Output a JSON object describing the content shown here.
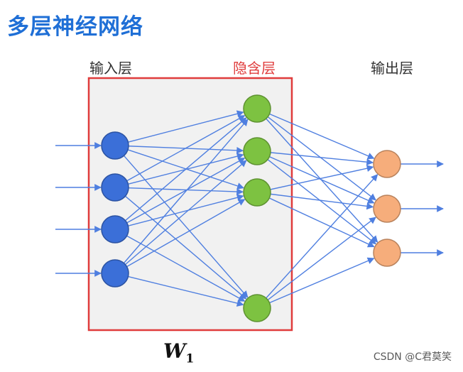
{
  "title": "多层神经网络",
  "layers": {
    "input": {
      "label": "输入层",
      "color": "#3b6fd8",
      "nodes": 4
    },
    "hidden": {
      "label": "隐含层",
      "color": "#7dc241",
      "nodes": 4
    },
    "output": {
      "label": "输出层",
      "color": "#f6ad7b",
      "nodes": 3
    }
  },
  "weight_label": {
    "symbol": "W",
    "subscript": "1"
  },
  "colors": {
    "title": "#1f6fd6",
    "label_text": "#333333",
    "hidden_label": "#e03c3c",
    "highlight_box": "#e03c3c",
    "box_fill": "#f1f1f1",
    "connection": "#4f7fe0"
  },
  "watermark": "CSDN @C君莫笑"
}
